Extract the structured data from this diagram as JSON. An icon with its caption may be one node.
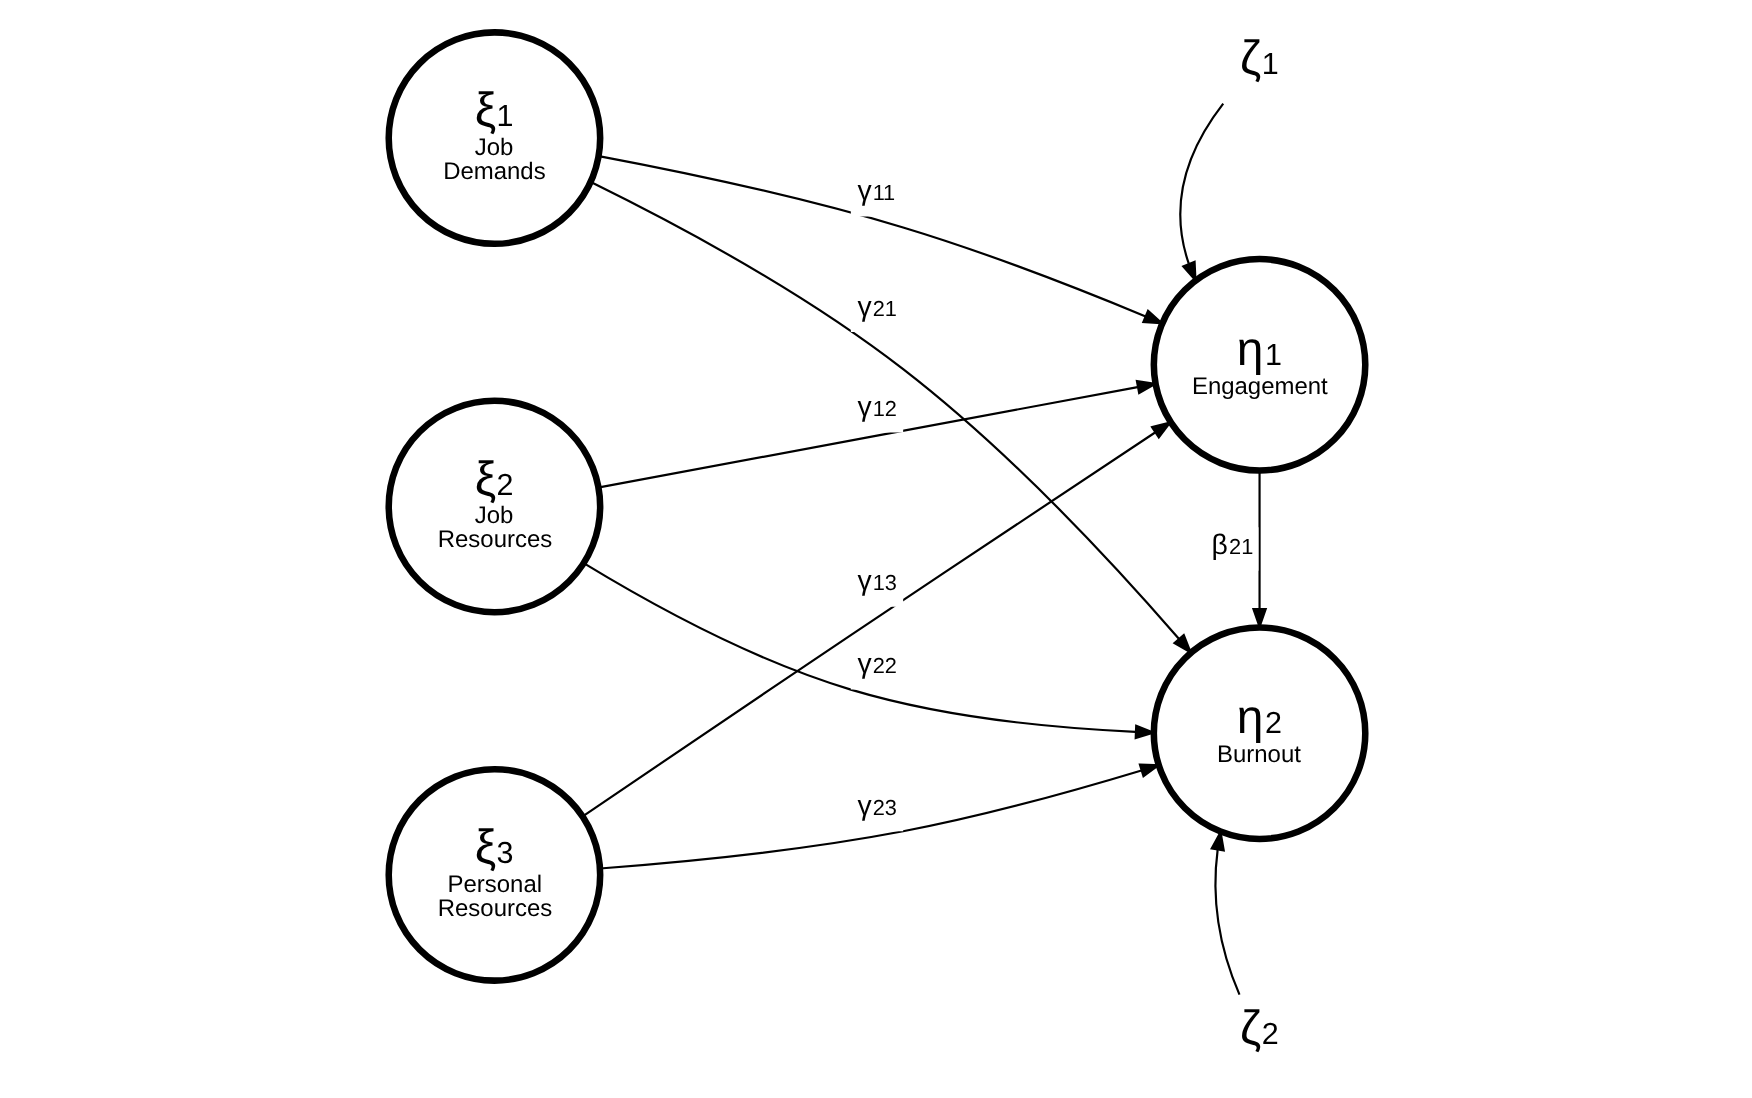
{
  "diagram": {
    "nodes": [
      {
        "text": [
          "ξ$_{1}$",
          "Job Demands"
        ]
      },
      {
        "text": [
          "ξ$_{2}$",
          "Job Resources"
        ]
      },
      {
        "text": [
          "ξ$_{3}$",
          "Personal Resources"
        ]
      },
      {
        "text": [
          "η$_{1}$",
          "Engagement"
        ]
      },
      {
        "text": [
          "η$_{2}$",
          "Burnout"
        ]
      },
      {
        "text": [
          "ζ$_{1}$"
        ]
      },
      {
        "text": [
          "ζ$_{2}$"
        ]
      }
    ],
    "edges": [
      {
        "from": 0,
        "to": 3,
        "arrow": "to",
        "label": "γ$_{11}$"
      },
      {
        "from": 0,
        "to": 4,
        "arrow": "to",
        "label": "γ$_{21}$"
      },
      {
        "from": 1,
        "to": 3,
        "arrow": "to",
        "label": "γ$_{12}$"
      },
      {
        "from": 1,
        "to": 4,
        "arrow": "to",
        "label": "γ$_{22}$"
      },
      {
        "from": 2,
        "to": 3,
        "arrow": "to",
        "label": "γ$_{13}$"
      },
      {
        "from": 2,
        "to": 4,
        "arrow": "to",
        "label": "γ$_{23}$"
      },
      {
        "from": 3,
        "to": 4,
        "arrow": "to",
        "label": "β$_{21}$"
      },
      {
        "from": 5,
        "to": 3,
        "arrow": "to"
      },
      {
        "from": 6,
        "to": 4,
        "arrow": "to"
      }
    ]
  }
}
